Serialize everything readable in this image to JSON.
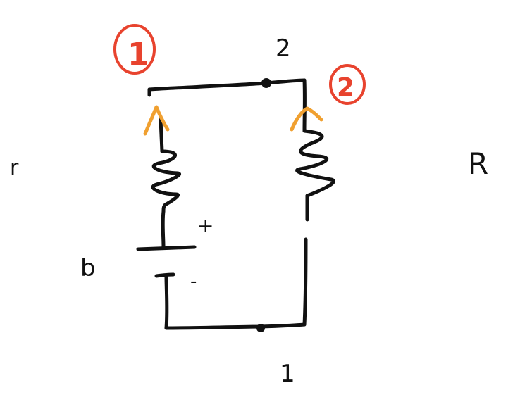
{
  "labels": {
    "node_top": "2",
    "node_bottom": "1",
    "internal_resistance": "r",
    "external_resistance": "R",
    "battery": "b",
    "plus": "+",
    "minus": "-",
    "loop_marker_left": "1",
    "loop_marker_right": "2"
  },
  "colors": {
    "ink": "#111111",
    "current_arrow": "#f0a030",
    "marker": "#e8432e"
  }
}
